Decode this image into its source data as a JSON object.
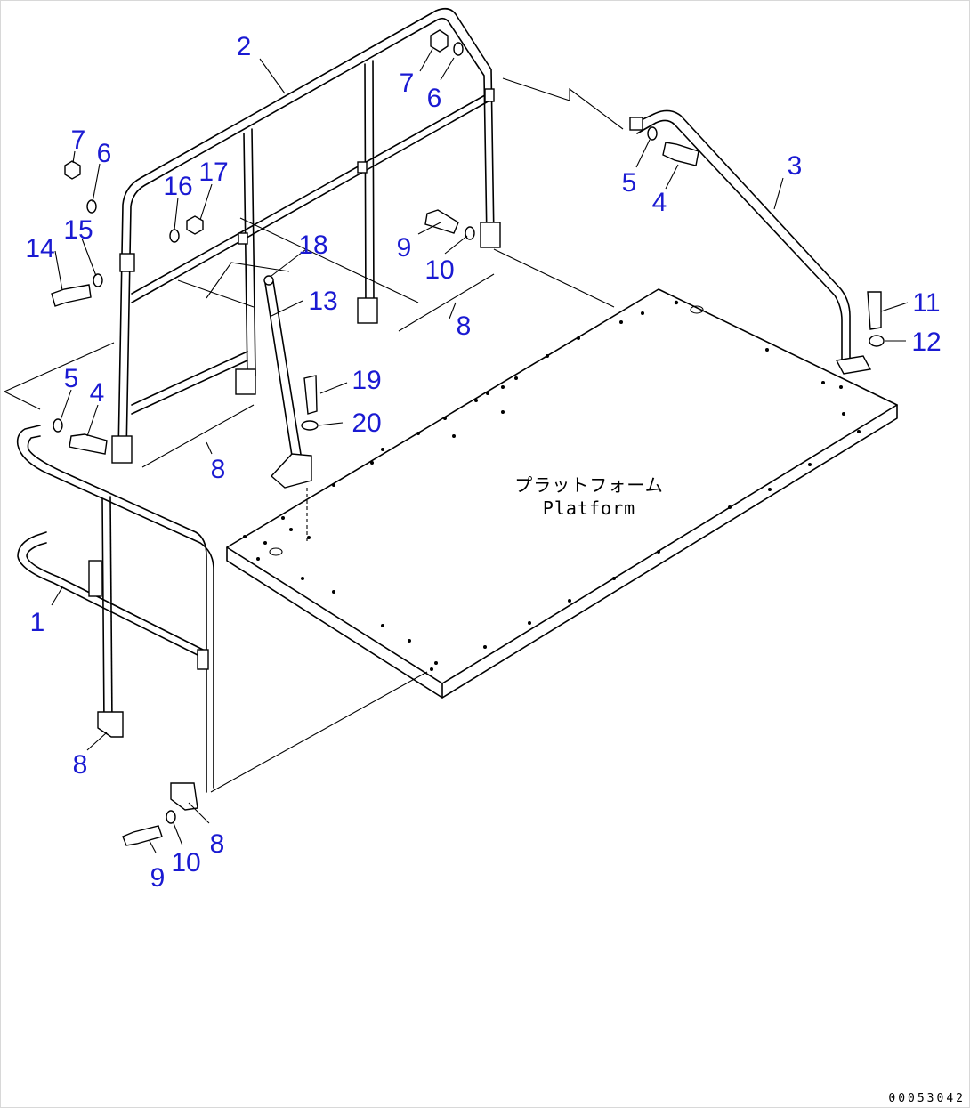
{
  "drawing_id": "00053042",
  "platform_label_jp": "プラットフォーム",
  "platform_label_en": "Platform",
  "accent_color": "#1a1ad2",
  "callouts": [
    {
      "key": "c2",
      "text": "2"
    },
    {
      "key": "c7a",
      "text": "7"
    },
    {
      "key": "c6a",
      "text": "6"
    },
    {
      "key": "c7b",
      "text": "7"
    },
    {
      "key": "c6b",
      "text": "6"
    },
    {
      "key": "c16",
      "text": "16"
    },
    {
      "key": "c17",
      "text": "17"
    },
    {
      "key": "c14",
      "text": "14"
    },
    {
      "key": "c15",
      "text": "15"
    },
    {
      "key": "c18",
      "text": "18"
    },
    {
      "key": "c13",
      "text": "13"
    },
    {
      "key": "c9a",
      "text": "9"
    },
    {
      "key": "c10a",
      "text": "10"
    },
    {
      "key": "c8a",
      "text": "8"
    },
    {
      "key": "c5a",
      "text": "5"
    },
    {
      "key": "c4a",
      "text": "4"
    },
    {
      "key": "c3",
      "text": "3"
    },
    {
      "key": "c11",
      "text": "11"
    },
    {
      "key": "c12",
      "text": "12"
    },
    {
      "key": "c5b",
      "text": "5"
    },
    {
      "key": "c4b",
      "text": "4"
    },
    {
      "key": "c19",
      "text": "19"
    },
    {
      "key": "c20",
      "text": "20"
    },
    {
      "key": "c8b",
      "text": "8"
    },
    {
      "key": "c1",
      "text": "1"
    },
    {
      "key": "c8c",
      "text": "8"
    },
    {
      "key": "c8d",
      "text": "8"
    },
    {
      "key": "c9b",
      "text": "9"
    },
    {
      "key": "c10b",
      "text": "10"
    }
  ]
}
